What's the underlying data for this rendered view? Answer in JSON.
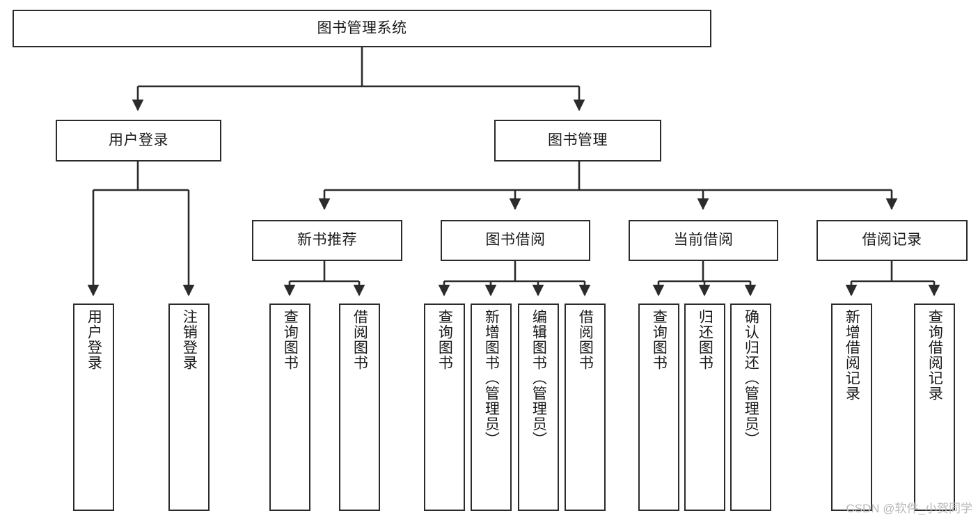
{
  "diagram": {
    "type": "tree-hierarchy",
    "title": "图书管理系统",
    "colors": {
      "box_border": "#2b2b2b",
      "box_fill": "#ffffff",
      "edge": "#2b2b2b",
      "text": "#1a1a1a",
      "watermark": "#b9b9b9"
    },
    "root": {
      "label": "图书管理系统"
    },
    "level1": [
      {
        "id": "user-login",
        "label": "用户登录"
      },
      {
        "id": "book-management",
        "label": "图书管理"
      }
    ],
    "level2": [
      {
        "id": "new-book-recommend",
        "label": "新书推荐"
      },
      {
        "id": "book-borrow",
        "label": "图书借阅"
      },
      {
        "id": "current-borrow",
        "label": "当前借阅"
      },
      {
        "id": "borrow-record",
        "label": "借阅记录"
      }
    ],
    "leaves": {
      "user-login": [
        {
          "id": "leaf-user-login",
          "label": "用户登录"
        },
        {
          "id": "leaf-logout",
          "label": "注销登录"
        }
      ],
      "new-book-recommend": [
        {
          "id": "leaf-query-book-1",
          "label": "查询图书"
        },
        {
          "id": "leaf-borrow-book-1",
          "label": "借阅图书"
        }
      ],
      "book-borrow": [
        {
          "id": "leaf-query-book-2",
          "label": "查询图书"
        },
        {
          "id": "leaf-add-book",
          "label": "新增图书（管理员）"
        },
        {
          "id": "leaf-edit-book",
          "label": "编辑图书（管理员）"
        },
        {
          "id": "leaf-borrow-book-2",
          "label": "借阅图书"
        }
      ],
      "current-borrow": [
        {
          "id": "leaf-query-book-3",
          "label": "查询图书"
        },
        {
          "id": "leaf-return-book",
          "label": "归还图书"
        },
        {
          "id": "leaf-confirm-return",
          "label": "确认归还（管理员）"
        }
      ],
      "borrow-record": [
        {
          "id": "leaf-add-record",
          "label": "新增借阅记录"
        },
        {
          "id": "leaf-query-record",
          "label": "查询借阅记录"
        }
      ]
    }
  },
  "watermark": {
    "text": "CSDN @软件_小贺同学"
  }
}
